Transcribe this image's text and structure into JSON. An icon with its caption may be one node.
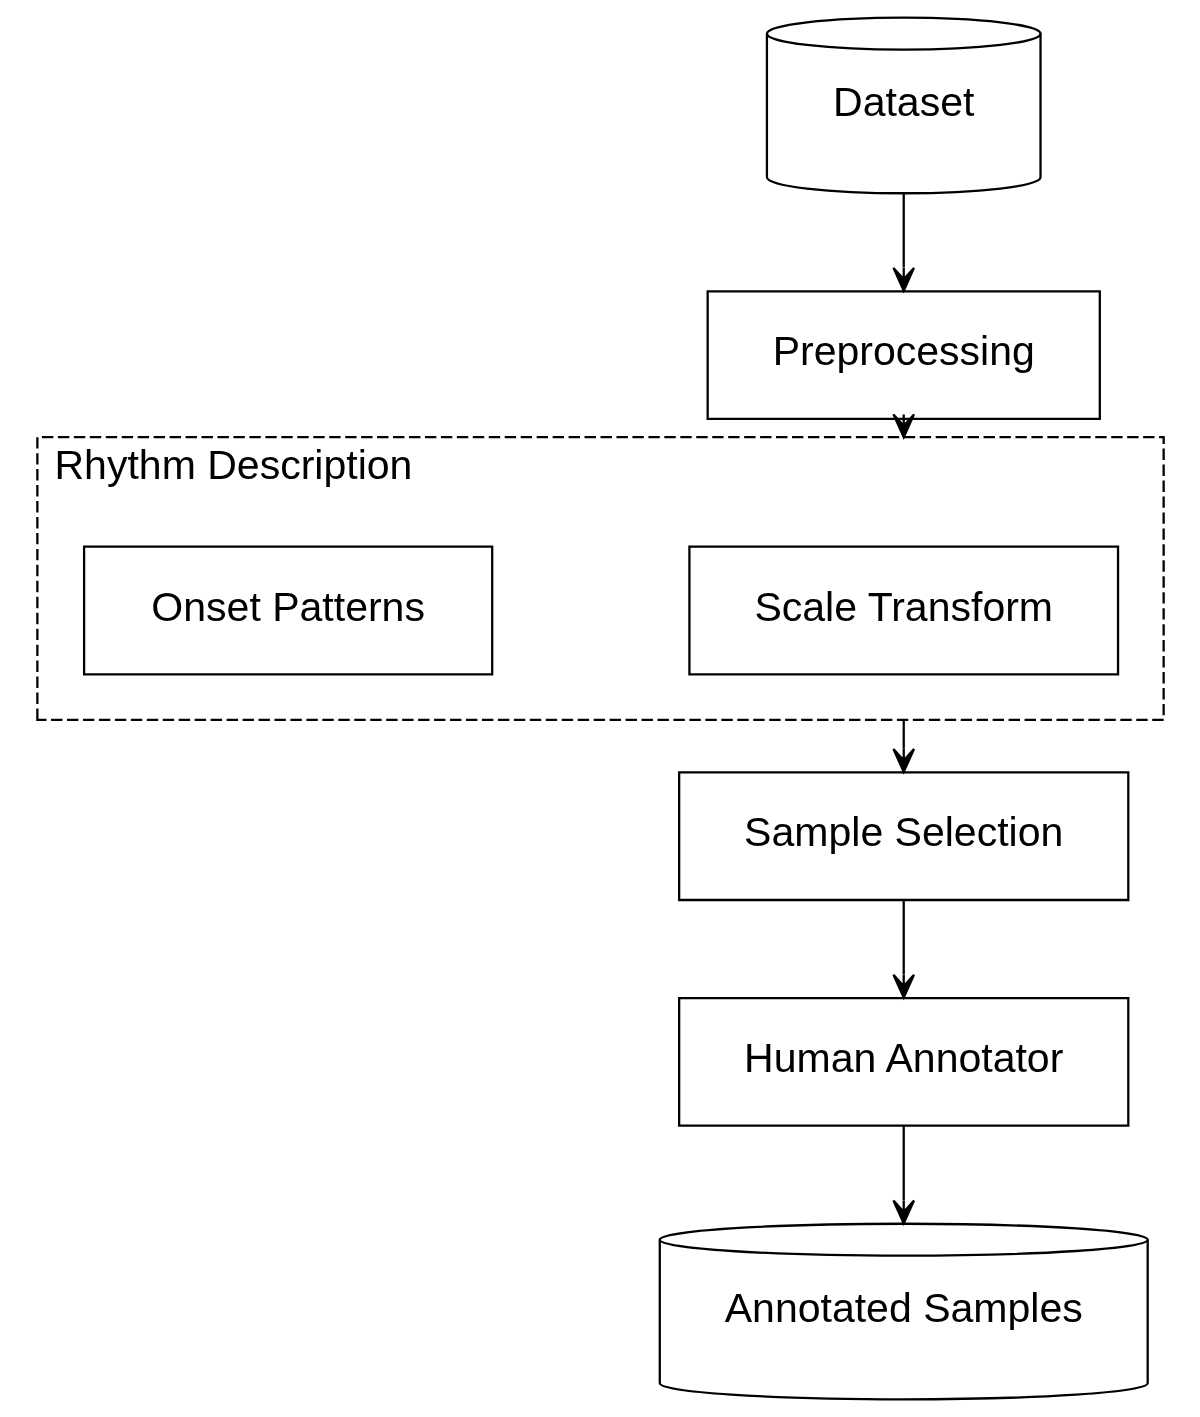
{
  "diagram": {
    "nodes": [
      {
        "text": [
          "Dataset"
        ]
      },
      {
        "text": [
          "Preprocessing"
        ]
      },
      {
        "text": [
          "Rhythm Description"
        ]
      },
      {
        "text": [
          "Scale Transform"
        ],
        "in": 2
      },
      {
        "text": [
          "Onset Patterns"
        ],
        "in": 2
      },
      {
        "text": [
          "Sample Selection"
        ]
      },
      {
        "text": [
          "Human Annotator"
        ]
      },
      {
        "text": [
          "Annotated Samples"
        ]
      }
    ],
    "edges": [
      {
        "from": 0,
        "to": 1,
        "arrow": "to"
      },
      {
        "from": 1,
        "to": 2,
        "arrow": "to"
      },
      {
        "from": 2,
        "to": 5,
        "arrow": "to"
      },
      {
        "from": 5,
        "to": 6,
        "arrow": "to"
      },
      {
        "from": 6,
        "to": 7,
        "arrow": "to"
      }
    ]
  }
}
